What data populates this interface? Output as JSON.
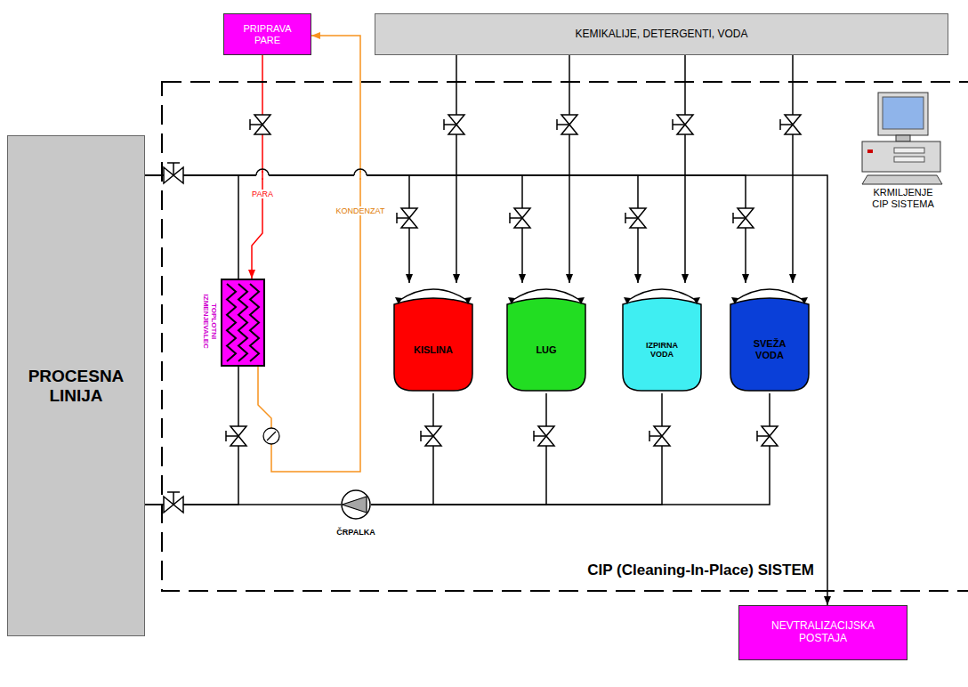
{
  "diagram": {
    "nodes": [
      {
        "text": [
          "PRIPRAVA PARE"
        ]
      },
      {
        "text": [
          "KEMIKALIJE, DETERGENTI, VODA"
        ]
      },
      {
        "text": [
          "PROCESNA LINIJA"
        ]
      },
      {
        "text": [
          "CIP (Cleaning-In-Place) SISTEM"
        ]
      },
      {
        "text": [
          "TOPLOTNI IZMENJEVALEC"
        ],
        "in": 3
      },
      {
        "text": [
          "KISLINA"
        ],
        "in": 3
      },
      {
        "text": [
          "LUG"
        ],
        "in": 3
      },
      {
        "text": [
          "IZPIRNA VODA"
        ],
        "in": 3
      },
      {
        "text": [
          "SVEŽA VODA"
        ],
        "in": 3
      },
      {
        "text": [
          "KRMILJENJE CIP SISTEMA"
        ],
        "in": 3
      },
      {
        "text": [
          "ČRPALKA"
        ],
        "in": 3
      },
      {
        "text": [
          "NEVTRALIZACIJSKA POSTAJA"
        ]
      }
    ],
    "edges": [
      {
        "from": 0,
        "to": 4,
        "arrow": "to",
        "label": "PARA"
      },
      {
        "from": 4,
        "to": 0,
        "arrow": "to",
        "label": "KONDENZAT"
      },
      {
        "from": 1,
        "to": 5,
        "arrow": "to"
      },
      {
        "from": 1,
        "to": 6,
        "arrow": "to"
      },
      {
        "from": 1,
        "to": 7,
        "arrow": "to"
      },
      {
        "from": 1,
        "to": 8,
        "arrow": "to"
      },
      {
        "from": 2,
        "to": 5,
        "arrow": "to"
      },
      {
        "from": 2,
        "to": 6,
        "arrow": "to"
      },
      {
        "from": 2,
        "to": 7,
        "arrow": "to"
      },
      {
        "from": 2,
        "to": 8,
        "arrow": "to"
      },
      {
        "from": 2,
        "to": 11,
        "arrow": "to"
      },
      {
        "from": 5,
        "to": 10,
        "arrow": "none"
      },
      {
        "from": 6,
        "to": 10,
        "arrow": "none"
      },
      {
        "from": 7,
        "to": 10,
        "arrow": "none"
      },
      {
        "from": 8,
        "to": 10,
        "arrow": "none"
      },
      {
        "from": 10,
        "to": 2,
        "arrow": "none"
      },
      {
        "from": 2,
        "to": 4,
        "arrow": "none"
      },
      {
        "from": 4,
        "to": 2,
        "arrow": "none"
      }
    ]
  }
}
